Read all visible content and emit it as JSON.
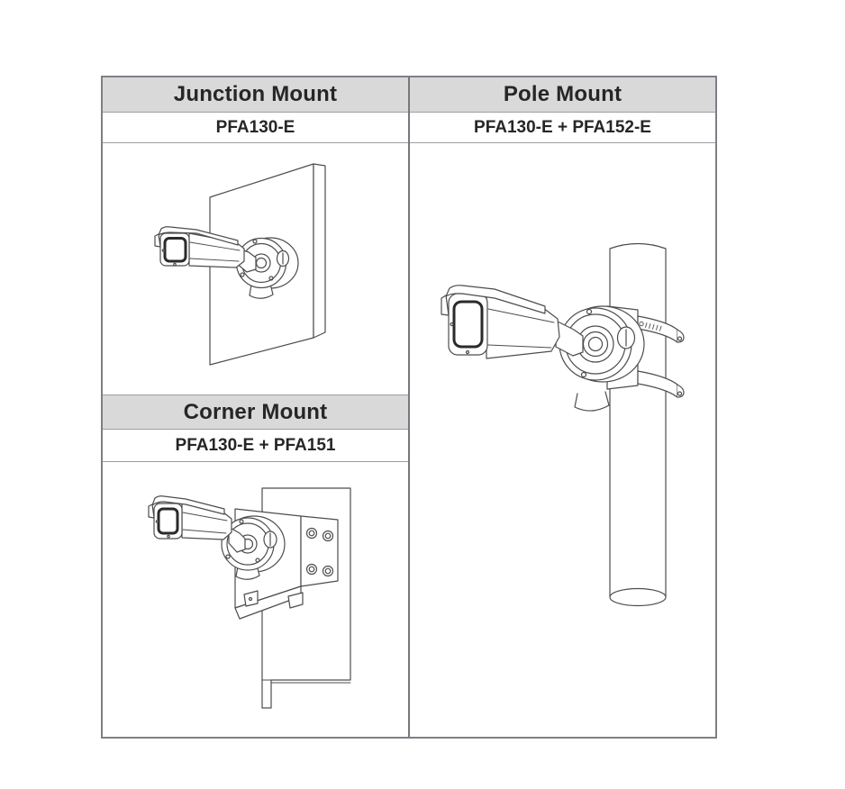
{
  "table": {
    "junction": {
      "title": "Junction Mount",
      "model": "PFA130-E"
    },
    "pole": {
      "title": "Pole Mount",
      "model": "PFA130-E + PFA152-E"
    },
    "corner": {
      "title": "Corner Mount",
      "model": "PFA130-E + PFA151"
    }
  },
  "figures": {
    "junction_alt": "Bullet camera fixed to a wall panel via round junction box",
    "pole_alt": "Bullet camera fixed to a vertical pole with two straps via junction box",
    "corner_alt": "Bullet camera fixed to a wall corner bracket via junction box"
  },
  "colors": {
    "header_bg": "#d9d9d9",
    "outer_border": "#7c8085",
    "grid_line": "#9b9ea2",
    "text": "#262626",
    "line_art": "#4d4d4d"
  }
}
